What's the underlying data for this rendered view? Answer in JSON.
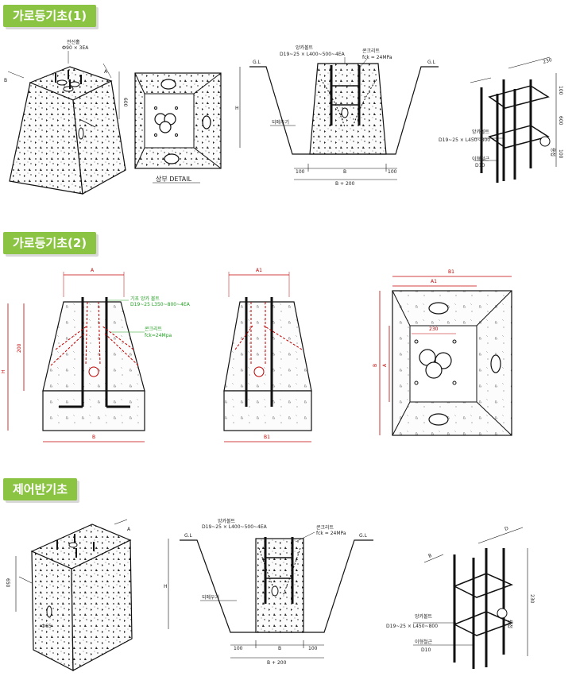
{
  "sections": [
    {
      "title": "가로등기초(1)"
    },
    {
      "title": "가로등기초(2)"
    },
    {
      "title": "제어반기초"
    }
  ],
  "s1": {
    "iso": {
      "hole_label": "전선홀",
      "hole_spec": "Ф90 × 3EA",
      "dim_b": "B",
      "dim_a": "A",
      "height": "600"
    },
    "plan": {
      "caption": "상부 DETAIL"
    },
    "section": {
      "gl_left": "G.L",
      "gl_right": "G.L",
      "bolt": "앙카볼트",
      "bolt_spec": "D19~25 × L400~500~4EA",
      "concrete": "콘크리트",
      "concrete_spec": "fck = 24MPa",
      "backfill": "되메우기",
      "h": "H",
      "d100a": "100",
      "db": "B",
      "d100b": "100",
      "db200": "B + 200"
    },
    "cage": {
      "top": "230",
      "d100t": "100",
      "d600": "600",
      "d100b": "100",
      "bolt": "앙카볼트",
      "bolt_spec": "D19~25 × L450~800",
      "bar": "이형철근",
      "bar_spec": "D10",
      "weld": "용접"
    }
  },
  "s2": {
    "front": {
      "a": "A",
      "h": "H",
      "h200": "200",
      "bolt": "기초 앙카 볼트",
      "bolt_spec": "D19~25 L350~800~4EA",
      "concrete": "콘크리트",
      "concrete_spec": "fck=24Mpa",
      "b": "B"
    },
    "side": {
      "a1": "A1",
      "b1": "B1"
    },
    "plan": {
      "b1": "B1",
      "a1": "A1",
      "d230": "230",
      "b": "B",
      "a": "A"
    }
  },
  "s3": {
    "iso": {
      "a": "A",
      "h": "650",
      "hole": "Ф65"
    },
    "section": {
      "bolt": "앙카볼트",
      "bolt_spec": "D19~25 × L400~500~4EA",
      "concrete": "콘크리트",
      "concrete_spec": "fck = 24MPa",
      "gl_left": "G.L",
      "gl_right": "G.L",
      "h": "H",
      "backfill": "되메우기",
      "d100a": "100",
      "db": "B",
      "d100b": "100",
      "db200": "B + 200"
    },
    "cage": {
      "d": "D",
      "top": "B",
      "d230": "230",
      "bolt": "앙카볼트",
      "bolt_spec": "D19~25 × L450~800",
      "bar": "이형철근",
      "bar_spec": "D10",
      "weld": "용접"
    }
  }
}
